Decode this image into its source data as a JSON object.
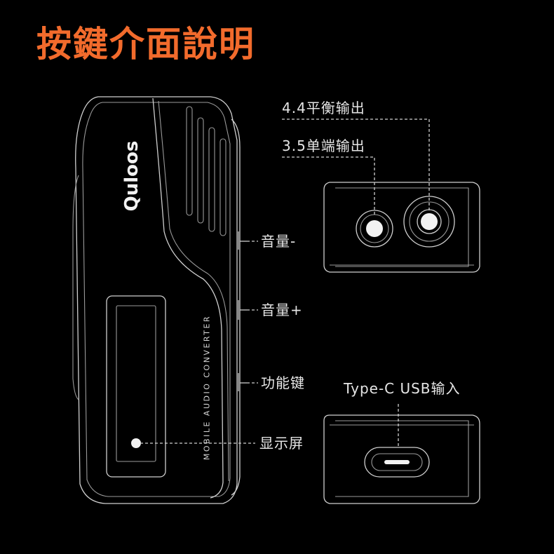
{
  "title": "按鍵介面說明",
  "device": {
    "brand": "Quloos",
    "side_text": "MOBILE AUDIO CONVERTER"
  },
  "callouts": {
    "balanced_out": "4.4平衡输出",
    "single_out": "3.5单端输出",
    "volume_down": "音量-",
    "volume_up": "音量+",
    "function_key": "功能键",
    "display": "显示屏",
    "usb_in": "Type-C USB输入"
  },
  "colors": {
    "title": "#f26b2c",
    "background": "#000000",
    "line": "#cfcfcf"
  }
}
